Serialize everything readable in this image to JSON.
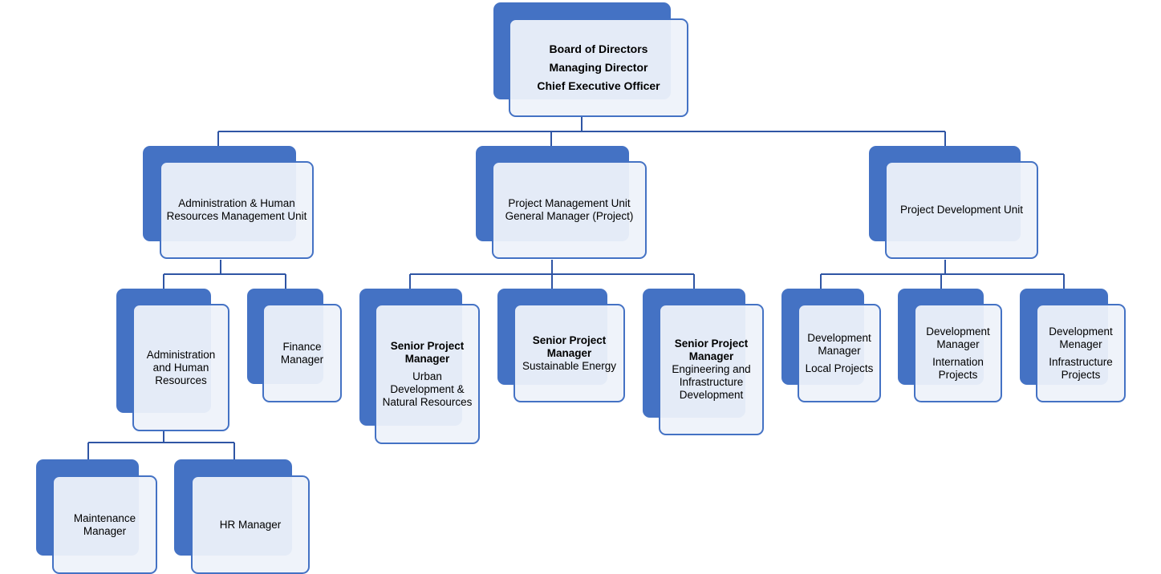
{
  "top": {
    "line1": "Board of Directors",
    "line2": "Managing Director",
    "line3": "Chief Executive Officer"
  },
  "units": {
    "admin": {
      "line1": "Administration & Human",
      "line2": "Resources Management Unit"
    },
    "pmu": {
      "line1": "Project Management Unit",
      "line2": "General Manager (Project)"
    },
    "pdu": {
      "line1": "Project Development Unit"
    }
  },
  "admin_children": {
    "admin_hr": {
      "line1": "Administration",
      "line2": "and Human",
      "line3": "Resources"
    },
    "finance": {
      "line1": "Finance",
      "line2": "Manager"
    }
  },
  "admin_hr_children": {
    "maintenance": {
      "line1": "Maintenance",
      "line2": "Manager"
    },
    "hr": {
      "line1": "HR Manager"
    }
  },
  "pmu_children": {
    "spm_urban": {
      "title1": "Senior Project",
      "title2": "Manager",
      "line1": "Urban",
      "line2": "Development &",
      "line3": "Natural Resources"
    },
    "spm_energy": {
      "title1": "Senior Project",
      "title2": "Manager",
      "line1": "Sustainable Energy"
    },
    "spm_infra": {
      "title1": "Senior Project",
      "title2": "Manager",
      "line1": "Engineering and",
      "line2": "Infrastructure",
      "line3": "Development"
    }
  },
  "pdu_children": {
    "dev_local": {
      "line1": "Development",
      "line2": "Manager",
      "line3": "Local Projects"
    },
    "dev_intl": {
      "line1": "Development",
      "line2": "Manager",
      "line3": "Internation",
      "line4": "Projects"
    },
    "dev_infra": {
      "line1": "Development",
      "line2": "Menager",
      "line3": "Infrastructure",
      "line4": "Projects"
    }
  },
  "colors": {
    "accent": "#4472c4",
    "card_fill": "#eef2fa",
    "connector": "#2f55a4"
  }
}
